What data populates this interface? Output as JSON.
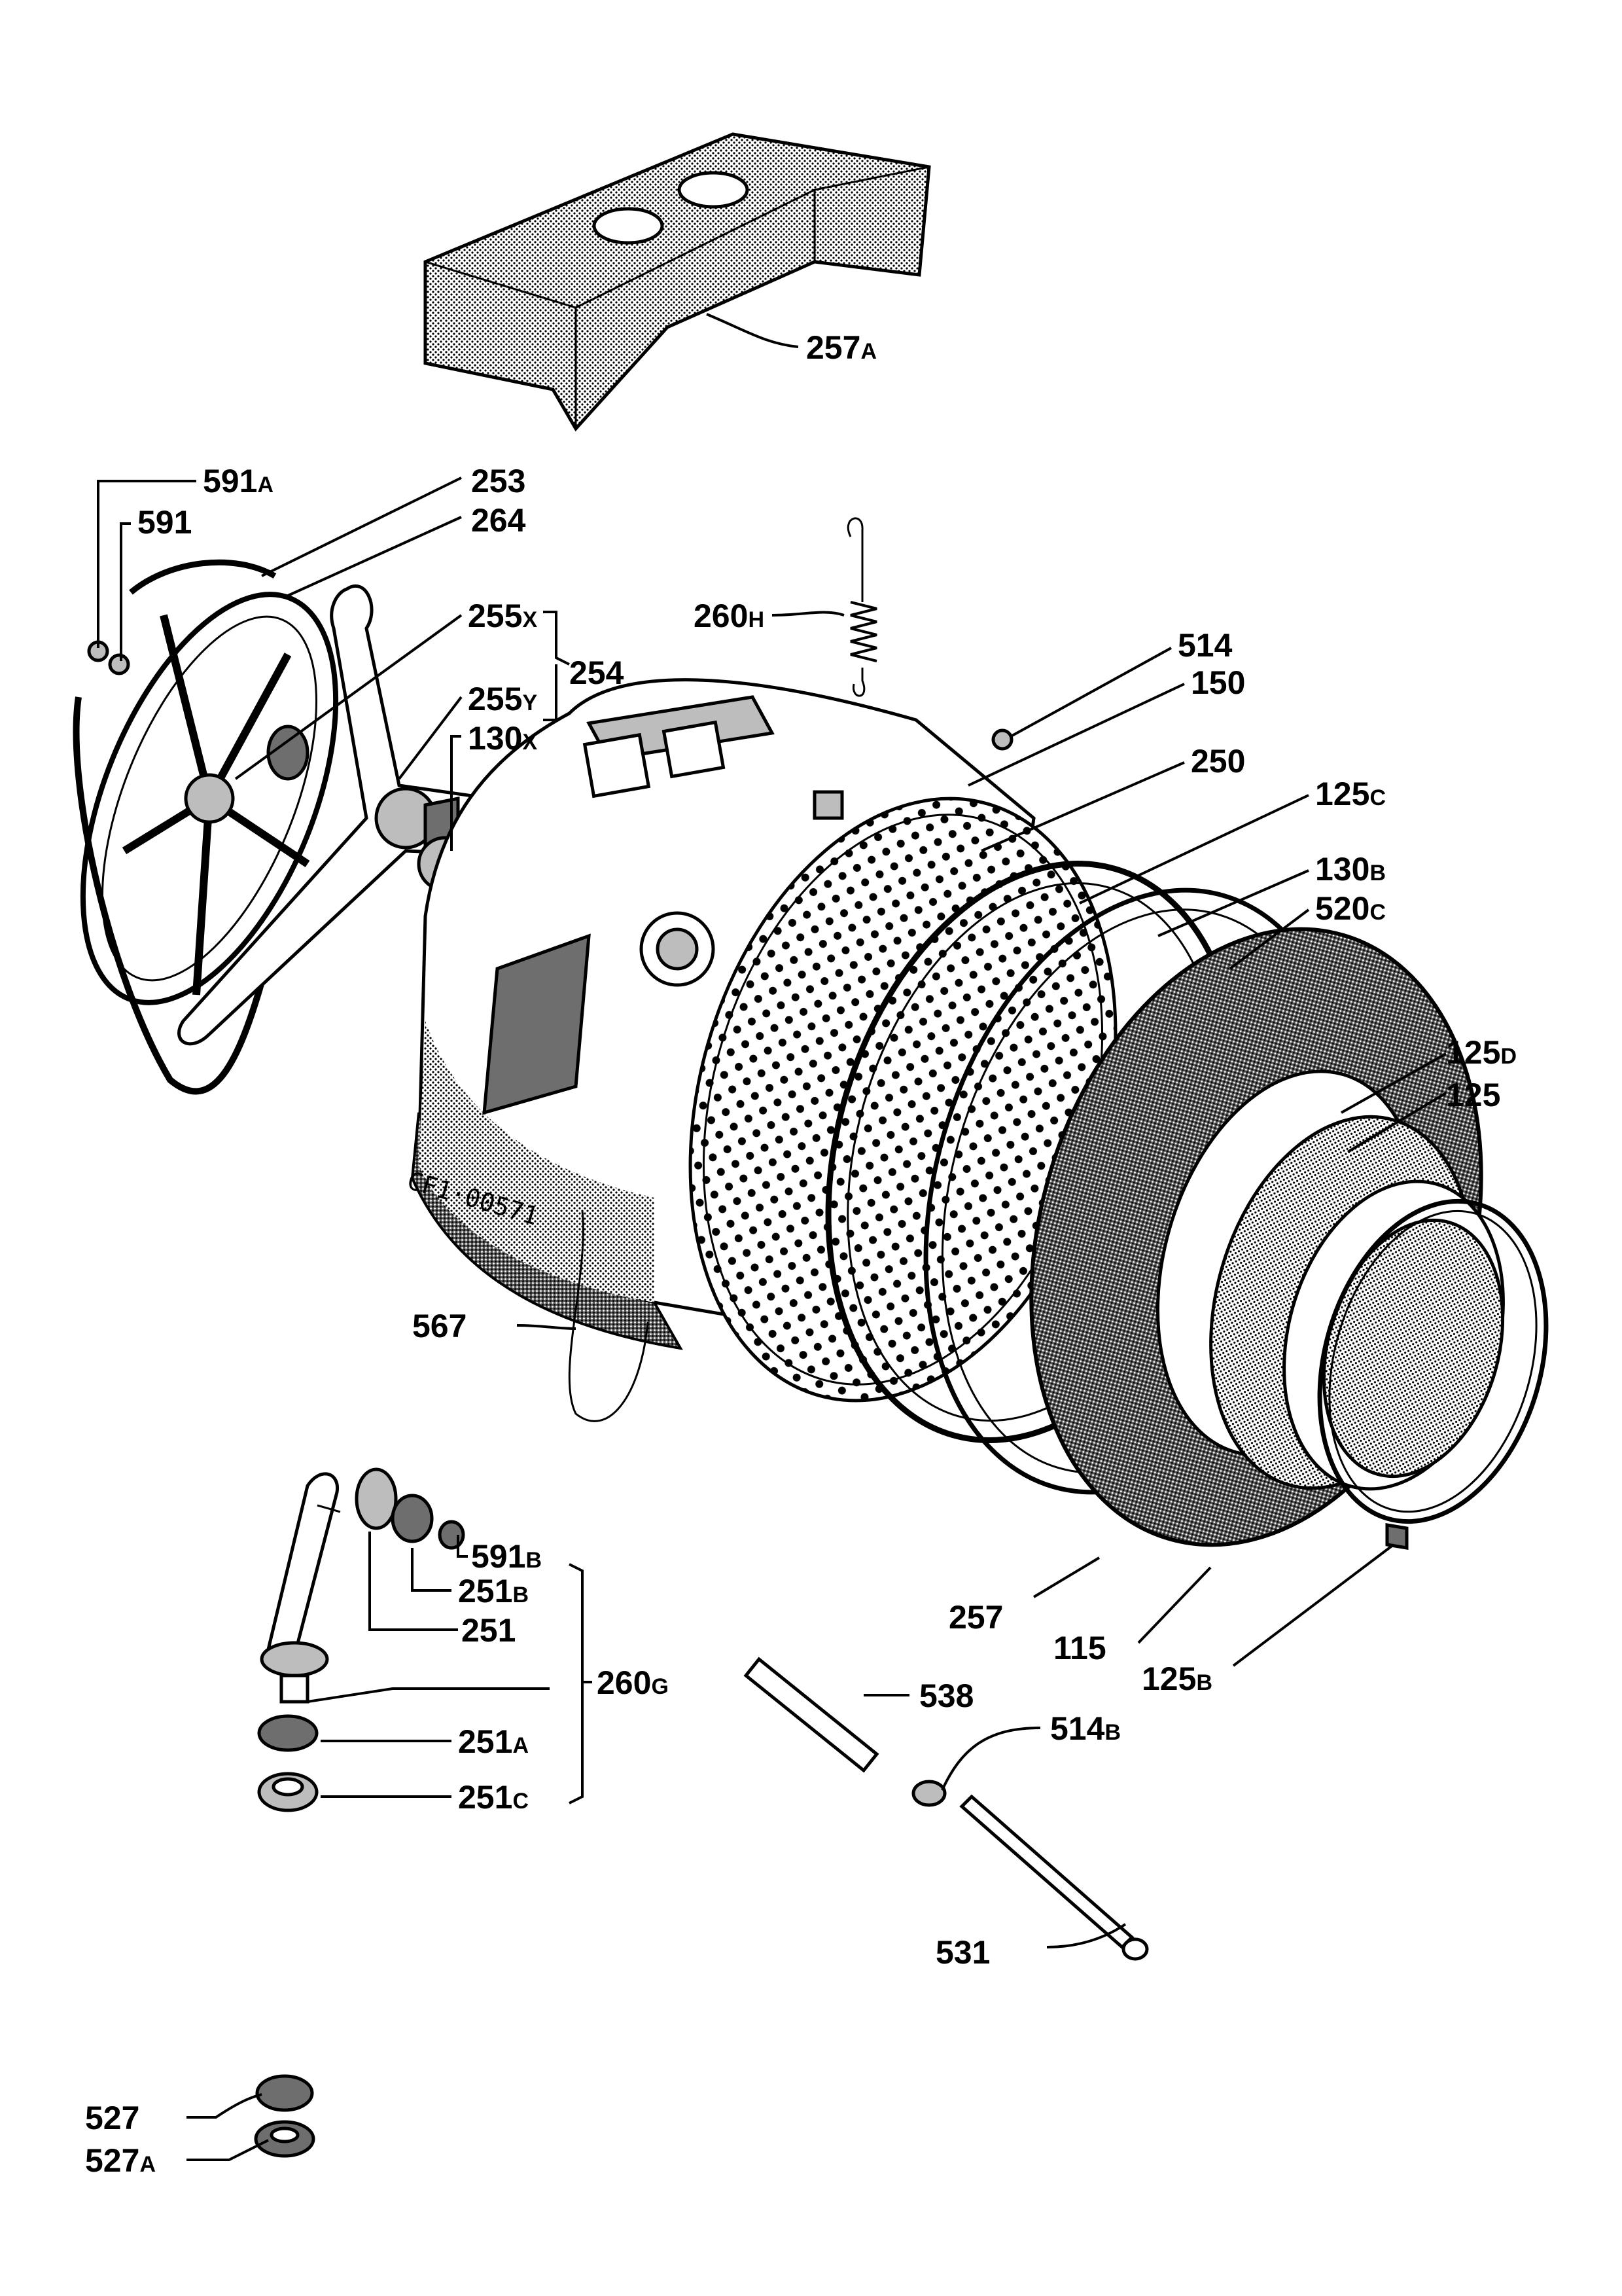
{
  "drawing_code": "CF1·00571",
  "labels": {
    "p257A": {
      "num": "257",
      "suf": "A"
    },
    "p591A": {
      "num": "591",
      "suf": "A"
    },
    "p253": {
      "num": "253",
      "suf": ""
    },
    "p591": {
      "num": "591",
      "suf": ""
    },
    "p264": {
      "num": "264",
      "suf": ""
    },
    "p260H": {
      "num": "260",
      "suf": "H"
    },
    "p255X": {
      "num": "255",
      "suf": "X"
    },
    "p254": {
      "num": "254",
      "suf": ""
    },
    "p255Y": {
      "num": "255",
      "suf": "Y"
    },
    "p130X": {
      "num": "130",
      "suf": "X"
    },
    "p514": {
      "num": "514",
      "suf": ""
    },
    "p150": {
      "num": "150",
      "suf": ""
    },
    "p250": {
      "num": "250",
      "suf": ""
    },
    "p125C": {
      "num": "125",
      "suf": "C"
    },
    "p130B": {
      "num": "130",
      "suf": "B"
    },
    "p520C": {
      "num": "520",
      "suf": "C"
    },
    "p125D": {
      "num": "125",
      "suf": "D"
    },
    "p125": {
      "num": "125",
      "suf": ""
    },
    "p567": {
      "num": "567",
      "suf": ""
    },
    "p591B": {
      "num": "591",
      "suf": "B"
    },
    "p251B": {
      "num": "251",
      "suf": "B"
    },
    "p251": {
      "num": "251",
      "suf": ""
    },
    "p260G": {
      "num": "260",
      "suf": "G"
    },
    "p251A": {
      "num": "251",
      "suf": "A"
    },
    "p251C": {
      "num": "251",
      "suf": "C"
    },
    "p257": {
      "num": "257",
      "suf": ""
    },
    "p115": {
      "num": "115",
      "suf": ""
    },
    "p125B": {
      "num": "125",
      "suf": "B"
    },
    "p538": {
      "num": "538",
      "suf": ""
    },
    "p514B": {
      "num": "514",
      "suf": "B"
    },
    "p531": {
      "num": "531",
      "suf": ""
    },
    "p527": {
      "num": "527",
      "suf": ""
    },
    "p527A": {
      "num": "527",
      "suf": "A"
    }
  }
}
